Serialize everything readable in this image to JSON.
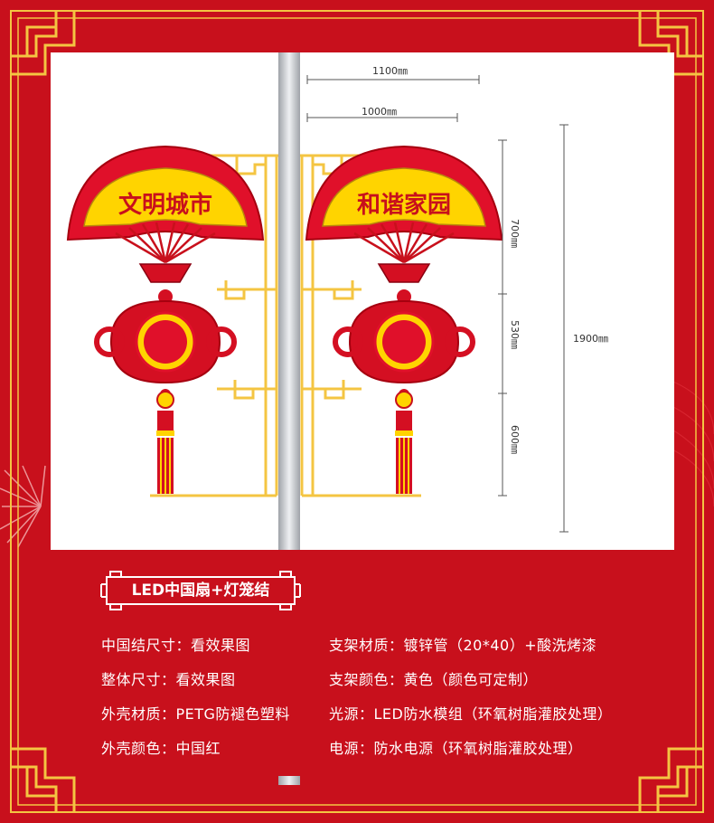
{
  "colors": {
    "background_red": "#c8101c",
    "gold": "#f4c542",
    "pole_gray": "#c9ccd1",
    "fan_red": "#e0102a",
    "fan_yellow": "#ffd400"
  },
  "product": {
    "left_fan_text": "文明城市",
    "right_fan_text": "和谐家园"
  },
  "dimensions": {
    "width_outer": "1100㎜",
    "width_inner": "1000㎜",
    "height_fan": "700㎜",
    "height_knot": "530㎜",
    "height_tassel": "600㎜",
    "height_total": "1900㎜"
  },
  "info": {
    "title": "LED中国扇+灯笼结",
    "specs": [
      {
        "label": "中国结尺寸：看效果图"
      },
      {
        "label": "支架材质：镀锌管（20*40）+酸洗烤漆"
      },
      {
        "label": "整体尺寸：看效果图"
      },
      {
        "label": "支架颜色：黄色（颜色可定制）"
      },
      {
        "label": "外壳材质：PETG防褪色塑料"
      },
      {
        "label": "光源：LED防水模组（环氧树脂灌胶处理）"
      },
      {
        "label": "外壳颜色：中国红"
      },
      {
        "label": "电源：防水电源（环氧树脂灌胶处理）"
      }
    ]
  }
}
